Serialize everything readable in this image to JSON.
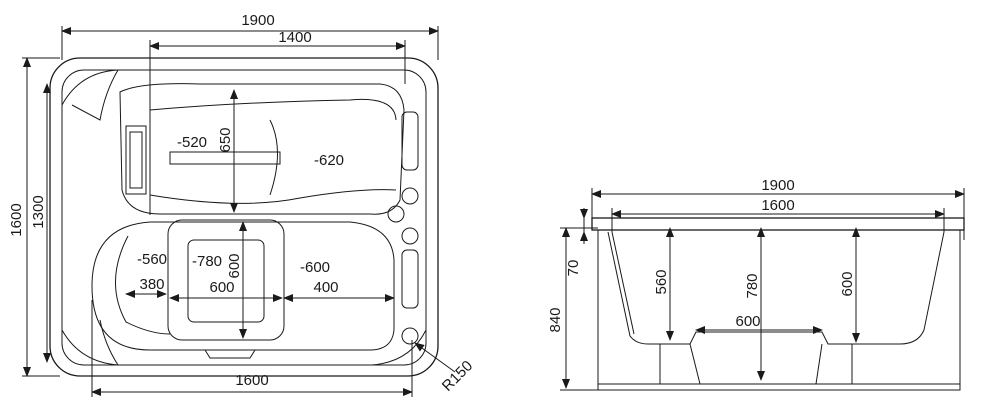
{
  "top_view": {
    "overall_width": "1900",
    "inner_width": "1400",
    "overall_depth": "1600",
    "inner_depth": "1300",
    "bottom_width": "1600",
    "corner_radius": "R150",
    "zones": {
      "upper_left_depth": "-520",
      "upper_span": "650",
      "upper_right_depth": "-620",
      "seat_left_depth": "-560",
      "center_depth": "-780",
      "center_span": "600",
      "right_depth": "-600",
      "left_width": "380",
      "center_width": "600",
      "right_width": "400"
    }
  },
  "side_view": {
    "overall_width": "1900",
    "inner_width": "1600",
    "rim_height": "70",
    "total_height": "840",
    "depth_left": "560",
    "depth_center": "780",
    "depth_right": "600",
    "footwell_width": "600"
  }
}
